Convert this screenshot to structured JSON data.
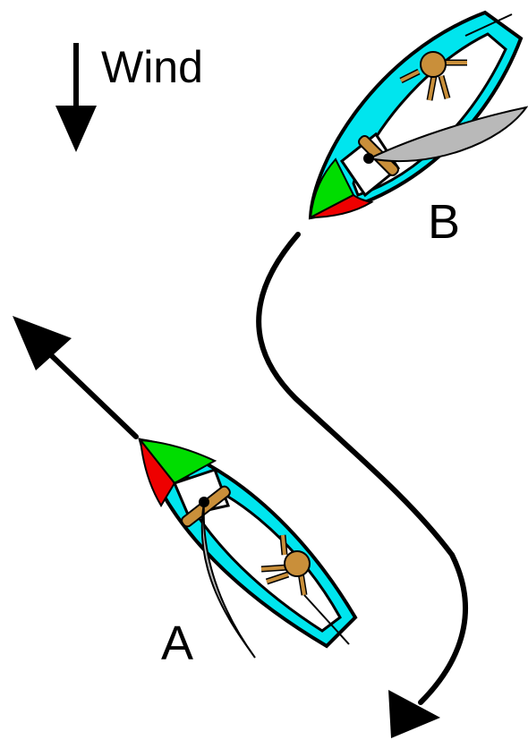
{
  "wind": {
    "label": "Wind"
  },
  "boats": [
    {
      "label": "A"
    },
    {
      "label": "B"
    }
  ],
  "colors": {
    "hull_outline": "#000000",
    "deck": "#00e5ee",
    "port_light": "#ee0000",
    "starboard_light": "#00dd00",
    "sail": "#b9b9b9",
    "sailor": "#c98f3a",
    "background": "#ffffff"
  },
  "icons": {
    "wind_arrow": "arrow-down-icon",
    "course_arrow_a": "arrow-up-left-icon",
    "course_arrow_b": "arrow-down-icon"
  }
}
